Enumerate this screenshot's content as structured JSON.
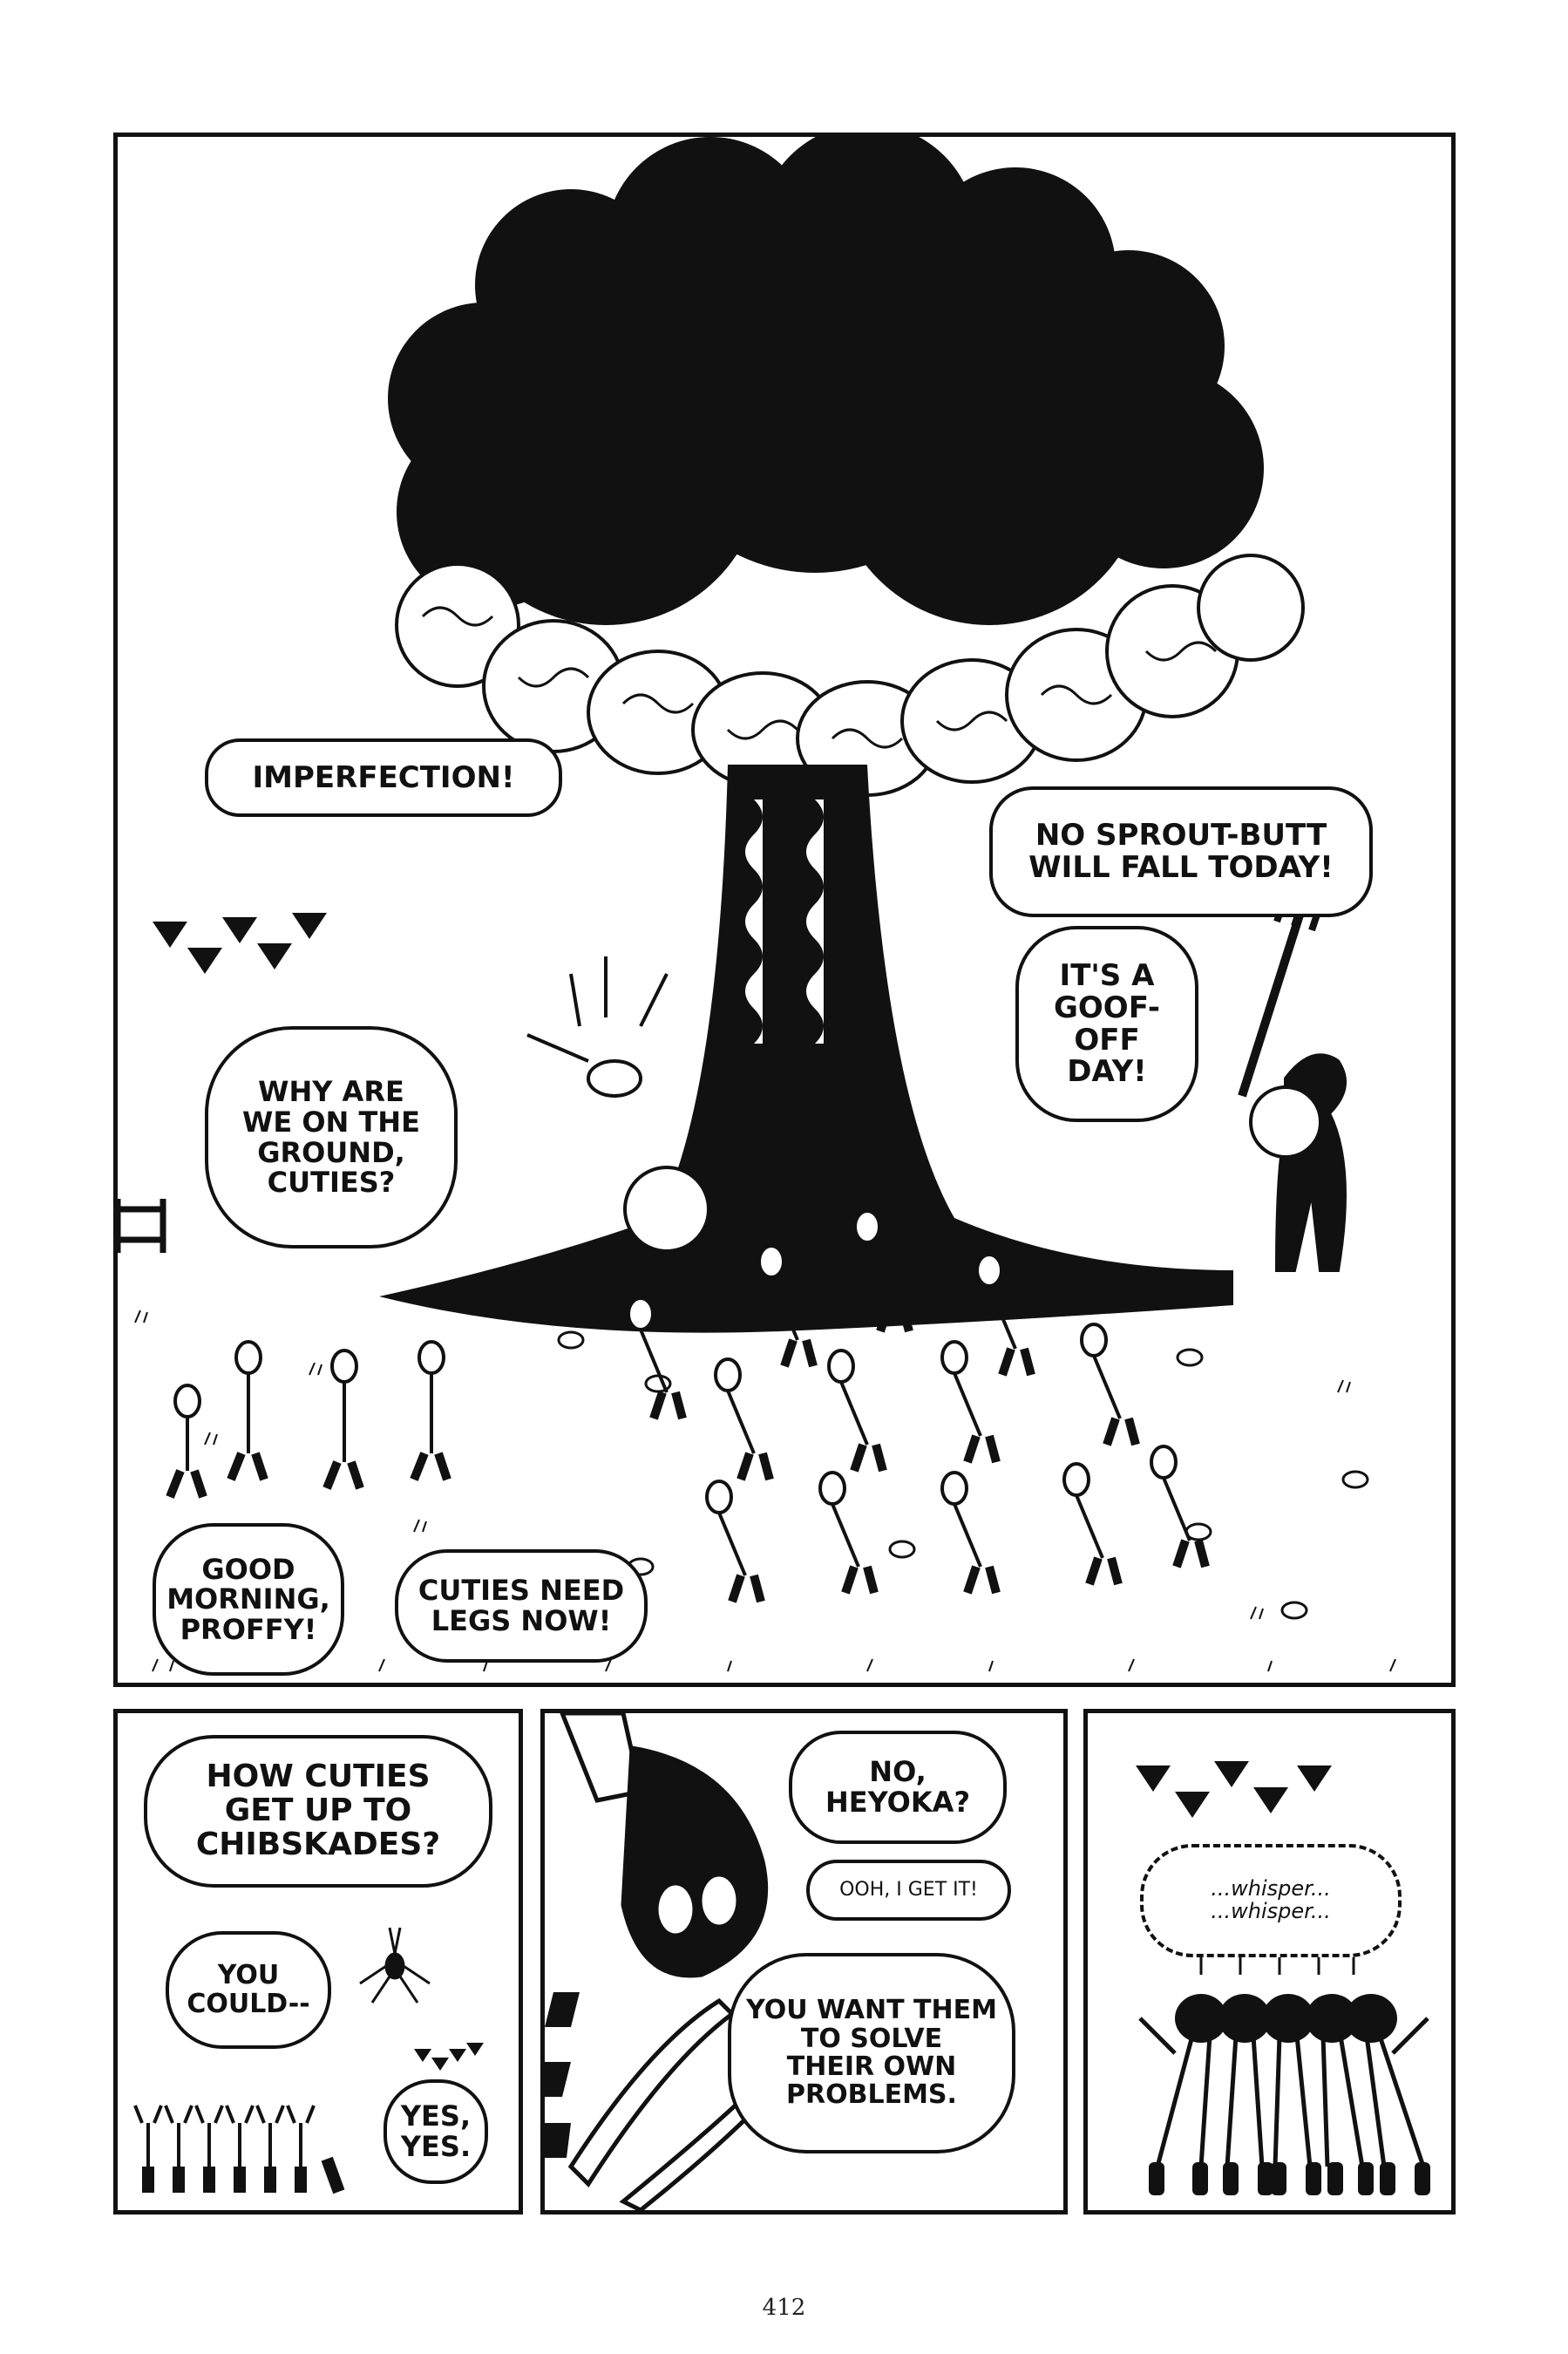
{
  "page": {
    "number": "412"
  },
  "panels": {
    "tree": {
      "bubbles": {
        "imperfection": "IMPERFECTION!",
        "sprout_butt": "NO SPROUT-BUTT\nWILL FALL TODAY!",
        "goof_off": "IT'S A\nGOOF-\nOFF\nDAY!",
        "why_ground": "WHY ARE\nWE ON THE\nGROUND,\nCUTIES?",
        "good_morning": "GOOD\nMORNING,\nPROFFY!",
        "cuties_legs": "CUTIES NEED\nLEGS NOW!"
      }
    },
    "chibskades": {
      "bubbles": {
        "how_cuties": "HOW CUTIES\nGET UP TO\nCHIBSKADES?",
        "you_could": "YOU\nCOULD--",
        "yes_yes": "YES,\nYES."
      }
    },
    "heyoka": {
      "bubbles": {
        "no_heyoka": "NO,\nHEYOKA?",
        "ooh": "OOH, I GET IT!",
        "solve": "YOU WANT THEM\nTO SOLVE\nTHEIR OWN\nPROBLEMS."
      }
    },
    "whisper": {
      "bubbles": {
        "whisper": "...whisper...\n...whisper..."
      }
    }
  },
  "colors": {
    "ink": "#111111",
    "paper": "#ffffff"
  }
}
